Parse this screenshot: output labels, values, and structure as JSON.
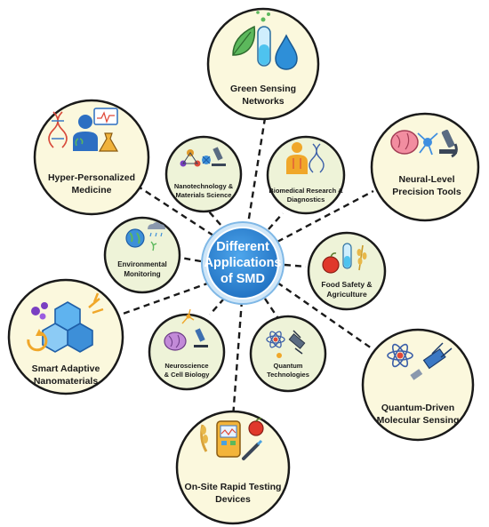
{
  "center": {
    "lines": [
      "Different",
      "Applications",
      "of SMD"
    ],
    "colors": {
      "fill": "#2f86d6",
      "ring": "#b9dcf5"
    }
  },
  "colors": {
    "outer_fill": "#fbf8dd",
    "inner_fill": "#eef3d8",
    "ring": "#1a1a1a"
  },
  "outer_nodes": [
    {
      "id": "green-sensing-networks",
      "lines": [
        "Green Sensing",
        "Networks"
      ],
      "icon": "leaf-testtube-drop-icon"
    },
    {
      "id": "neural-level-precision-tools",
      "lines": [
        "Neural-Level",
        "Precision Tools"
      ],
      "icon": "brain-neuron-microscope-icon"
    },
    {
      "id": "quantum-driven-molecular-sensing",
      "lines": [
        "Quantum-Driven",
        "Molecular Sensing"
      ],
      "icon": "atom-satellite-icon"
    },
    {
      "id": "on-site-rapid-testing-devices",
      "lines": [
        "On-Site Rapid Testing",
        "Devices"
      ],
      "icon": "handheld-device-icon"
    },
    {
      "id": "smart-adaptive-nanomaterials",
      "lines": [
        "Smart Adaptive",
        "Nanomaterials"
      ],
      "icon": "molecular-lattice-icon"
    },
    {
      "id": "hyper-personalized-medicine",
      "lines": [
        "Hyper-Personalized",
        "Medicine"
      ],
      "icon": "person-dna-chart-icon"
    }
  ],
  "inner_nodes": [
    {
      "id": "nanotechnology-materials-science",
      "lines": [
        "Nanotechnology &",
        "Materials Science"
      ],
      "icon": "molecule-microscope-icon"
    },
    {
      "id": "biomedical-research-diagnostics",
      "lines": [
        "Biomedical Research &",
        "Diagnostics"
      ],
      "icon": "body-dna-icon"
    },
    {
      "id": "food-safety-agriculture",
      "lines": [
        "Food Safety &",
        "Agriculture"
      ],
      "icon": "apple-testtube-wheat-icon"
    },
    {
      "id": "quantum-technologies",
      "lines": [
        "Quantum",
        "Technologies"
      ],
      "icon": "atom-satellite-icon"
    },
    {
      "id": "neuroscience-cell-biology",
      "lines": [
        "Neuroscience",
        "& Cell Biology"
      ],
      "icon": "brain-microscope-icon"
    },
    {
      "id": "environmental-monitoring",
      "lines": [
        "Environmental",
        "Monitoring"
      ],
      "icon": "globe-cloud-icon"
    }
  ]
}
